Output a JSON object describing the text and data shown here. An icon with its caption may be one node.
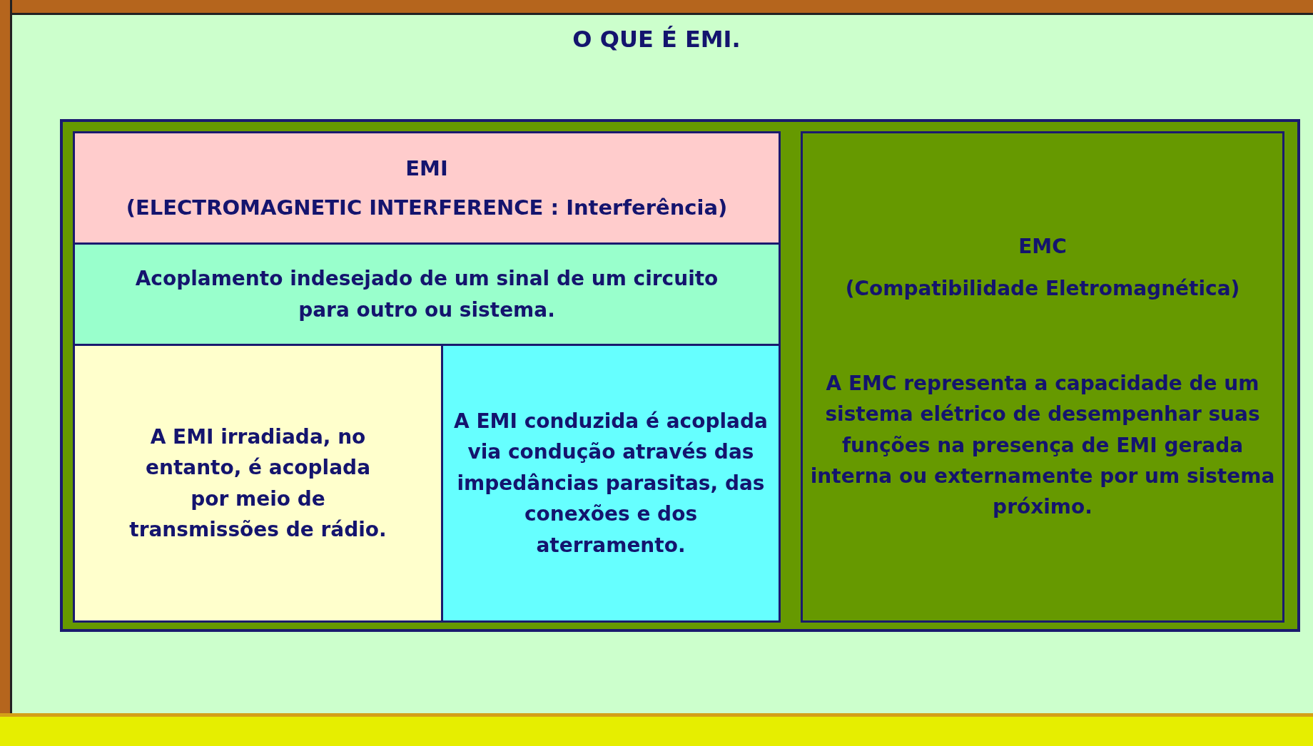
{
  "diagram": {
    "title": "O QUE É EMI.",
    "nodes": [
      {
        "text": [],
        "shape": "box"
      },
      {
        "text": [
          "EMI",
          "(ELECTROMAGNETIC INTERFERENCE : Interferência)"
        ],
        "in": 0
      },
      {
        "text": [
          "Acoplamento indesejado de um sinal de um circuito para outro ou sistema."
        ],
        "in": 0
      },
      {
        "text": [
          "A EMI irradiada, no entanto, é acoplada por meio de transmissões de rádio."
        ],
        "in": 0
      },
      {
        "text": [
          "A EMI conduzida é acoplada via condução através das impedâncias parasitas, das conexões e dos aterramento."
        ],
        "in": 0
      },
      {
        "text": [
          "EMC",
          "(Compatibilidade Eletromagnética)",
          "A EMC representa a capacidade de um sistema elétrico de desempenhar suas funções na presença de EMI gerada interna ou externamente por um sistema próximo."
        ],
        "in": 0
      }
    ]
  }
}
